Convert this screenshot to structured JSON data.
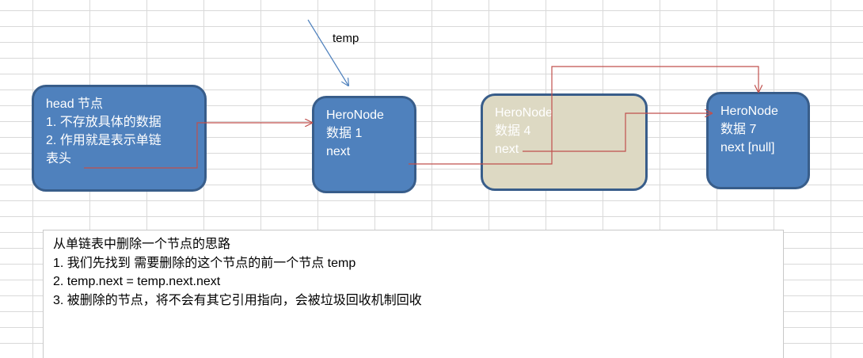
{
  "pointer_label": "temp",
  "nodes": {
    "head": {
      "lines": [
        "head 节点",
        "1. 不存放具体的数据",
        "2. 作用就是表示单链",
        "表头"
      ]
    },
    "node1": {
      "lines": [
        "HeroNode",
        "数据 1",
        "next"
      ]
    },
    "node4": {
      "lines": [
        "HeroNode",
        "数据 4",
        "next"
      ]
    },
    "node7": {
      "lines": [
        "HeroNode",
        "数据 7",
        "next [null]"
      ]
    }
  },
  "notes": {
    "title": "从单链表中删除一个节点的思路",
    "steps": [
      "1.  我们先找到 需要删除的这个节点的前一个节点 temp",
      "2.  temp.next = temp.next.next",
      "3. 被删除的节点，将不会有其它引用指向，会被垃圾回收机制回收"
    ]
  },
  "colors": {
    "node_fill": "#4f81bd",
    "node_border": "#385d8a",
    "deleted_node_fill": "#ddd9c3",
    "link_line": "#c0504d",
    "pointer_arrow": "#4f81bd"
  }
}
